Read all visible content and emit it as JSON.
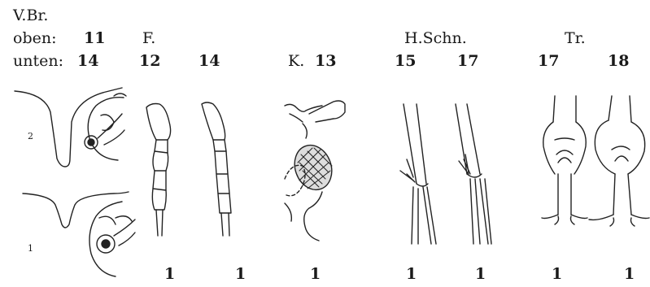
{
  "header": {
    "vbr_title": "V.Br.",
    "oben_label": "oben:",
    "oben_value": "11",
    "unten_label": "unten:",
    "unten_value": "14",
    "f_label": "F.",
    "f_num_a": "12",
    "f_num_b": "14",
    "k_label": "K.",
    "k_num": "13",
    "hschn_label": "H.Schn.",
    "hschn_num_a": "15",
    "hschn_num_b": "17",
    "tr_label": "Tr.",
    "tr_num_a": "17",
    "tr_num_b": "18"
  },
  "figure_labels": {
    "upper_number": "2",
    "lower_number": "1"
  },
  "bottom_numbers": [
    "1",
    "1",
    "1",
    "1",
    "1",
    "1",
    "1"
  ]
}
